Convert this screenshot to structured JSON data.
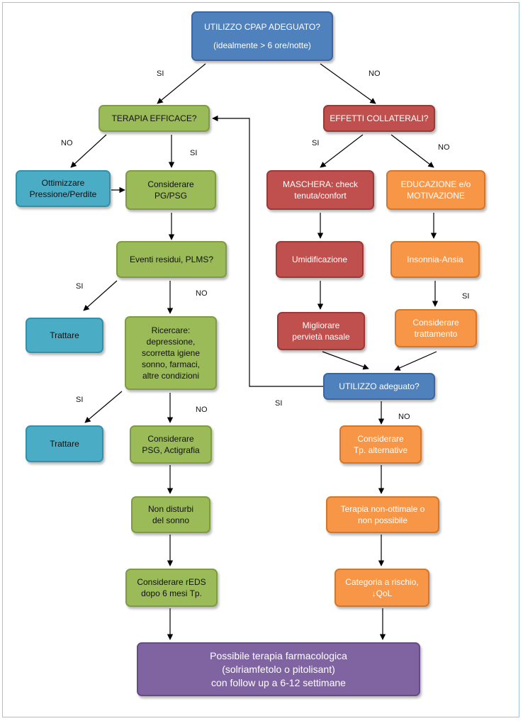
{
  "nodes": {
    "cpap": {
      "line1": "UTILIZZO CPAP ADEGUATO?",
      "line2": "(idealmente > 6 ore/notte)"
    },
    "terapia_efficace": {
      "line1": "TERAPIA EFFICACE?"
    },
    "effetti_collaterali": {
      "line1": "EFFETTI COLLATERALI?"
    },
    "ottimizzare": {
      "line1": "Ottimizzare",
      "line2": "Pressione/Perdite"
    },
    "considerare_pg_psg": {
      "line1": "Considerare",
      "line2": "PG/PSG"
    },
    "maschera": {
      "line1": "MASCHERA: check",
      "line2": "tenuta/confort"
    },
    "educazione": {
      "line1": "EDUCAZIONE e/o",
      "line2": "MOTIVAZIONE"
    },
    "eventi_residui": {
      "line1": "Eventi residui, PLMS?"
    },
    "umidificazione": {
      "line1": "Umidificazione"
    },
    "insonnia": {
      "line1": "Insonnia-Ansia"
    },
    "trattare_1": {
      "line1": "Trattare"
    },
    "ricercare": {
      "line1": "Ricercare:",
      "line2": "depressione,",
      "line3": "scorretta igiene",
      "line4": "sonno, farmaci,",
      "line5": "altre condizioni"
    },
    "migliorare": {
      "line1": "Migliorare",
      "line2": "pervietà nasale"
    },
    "considerare_trattamento": {
      "line1": "Considerare",
      "line2": "trattamento"
    },
    "utilizzo_adeguato": {
      "line1": "UTILIZZO adeguato?"
    },
    "trattare_2": {
      "line1": "Trattare"
    },
    "considerare_psg": {
      "line1": "Considerare",
      "line2": "PSG, Actigrafia"
    },
    "considerare_tp": {
      "line1": "Considerare",
      "line2": "Tp. alternative"
    },
    "non_disturbi": {
      "line1": "Non disturbi",
      "line2": "del sonno"
    },
    "terapia_non_ottimale": {
      "line1": "Terapia non-ottimale o",
      "line2": "non possibile"
    },
    "considerare_reds": {
      "line1": "Considerare rEDS",
      "line2": "dopo 6 mesi Tp."
    },
    "categoria": {
      "line1": "Categoria a rischio,",
      "line2": "↓QoL"
    },
    "possibile_terapia": {
      "line1": "Possibile terapia farmacologica",
      "line2": "(solriamfetolo o pitolisant)",
      "line3": "con follow up a 6-12 settimane"
    }
  },
  "labels": {
    "si_1": "SI",
    "no_1": "NO",
    "no_2": "NO",
    "si_2": "SI",
    "si_3": "SI",
    "no_3": "NO",
    "si_4": "SI",
    "no_4": "NO",
    "si_5": "SI",
    "si_6": "SI",
    "no_5": "NO",
    "si_7": "SI",
    "no_6": "NO"
  },
  "colors": {
    "blue": "#4f81bd",
    "green": "#9bbb59",
    "red": "#c0504d",
    "orange": "#f79646",
    "cyan": "#4bacc6",
    "purple": "#8064a2"
  }
}
